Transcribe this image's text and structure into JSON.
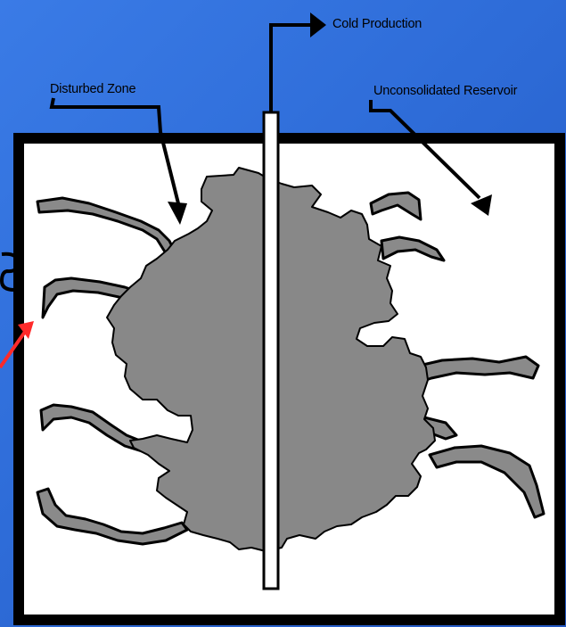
{
  "labels": {
    "cold_production": "Cold Production",
    "disturbed_zone": "Disturbed Zone",
    "unconsolidated_reservoir": "Unconsolidated Reservoir"
  },
  "colors": {
    "background": "#2f6fdd",
    "reservoir_fill": "#ffffff",
    "disturbed_fill": "#888888",
    "outline": "#000000",
    "red_arrow": "#ff2a2a"
  },
  "icons": {
    "production_arrow": "right-arrow-icon",
    "red_pointer": "red-arrow-icon"
  }
}
